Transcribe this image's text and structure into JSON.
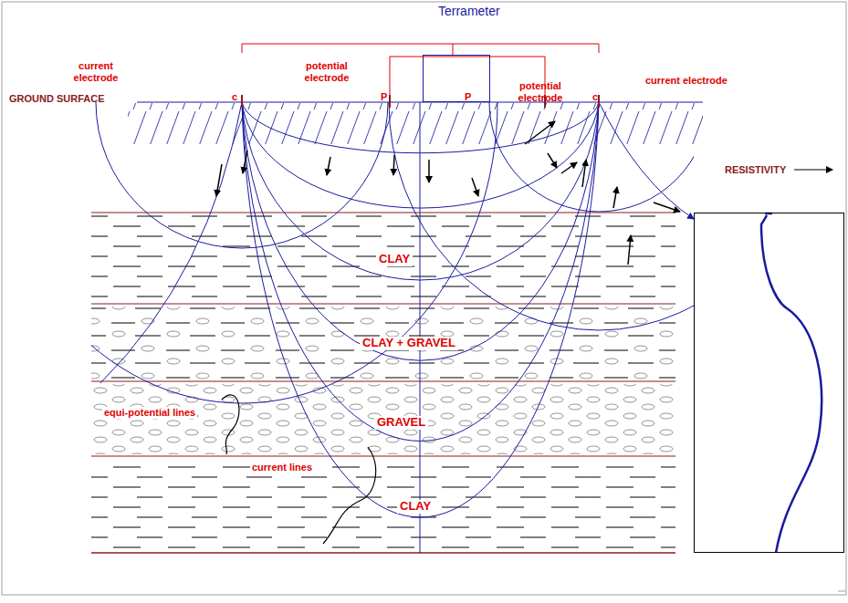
{
  "diagram": {
    "nodes": [
      {
        "text": [
          "Terrameter"
        ]
      },
      {
        "text": [
          "CLAY"
        ]
      },
      {
        "text": [
          "CLAY + GRAVEL"
        ]
      },
      {
        "text": [
          "GRAVEL"
        ]
      },
      {
        "text": [
          "CLAY"
        ]
      },
      {
        "text": [
          "RESISTIVITY"
        ]
      }
    ],
    "labels": [
      "current electrode",
      "potential electrode",
      "P",
      "P",
      "potential electrode",
      "current electrode",
      "c",
      "c",
      "GROUND SURFACE",
      "equi-potential lines",
      "current lines"
    ]
  }
}
